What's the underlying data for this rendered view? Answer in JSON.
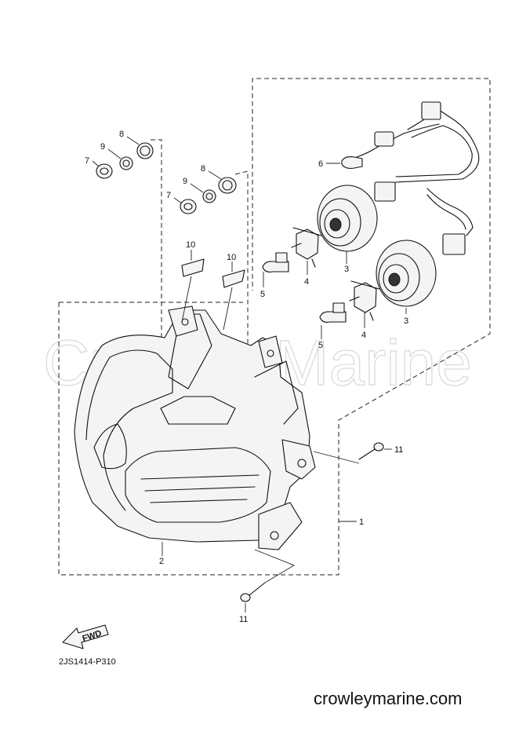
{
  "watermark": "CrowleyMarine",
  "callouts": {
    "c1": "1",
    "c2": "2",
    "c3a": "3",
    "c3b": "3",
    "c4a": "4",
    "c4b": "4",
    "c5a": "5",
    "c5b": "5",
    "c6": "6",
    "c7a": "7",
    "c7b": "7",
    "c8a": "8",
    "c8b": "8",
    "c9a": "9",
    "c9b": "9",
    "c10a": "10",
    "c10b": "10",
    "c11a": "11",
    "c11b": "11"
  },
  "fwd_label": "FWD",
  "diagram_code": "2JS1414-P310",
  "site_url": "crowleymarine.com"
}
